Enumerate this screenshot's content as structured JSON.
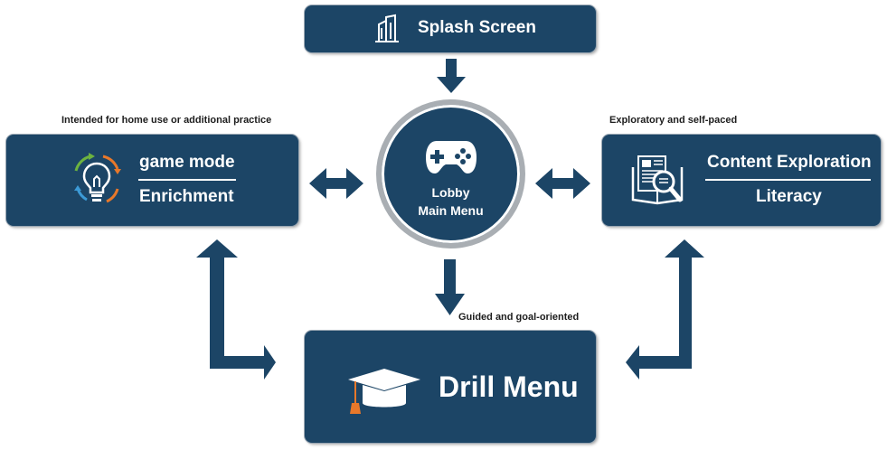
{
  "splash": {
    "label": "Splash Screen",
    "icon": "building-icon"
  },
  "lobby": {
    "line1": "Lobby",
    "line2": "Main Menu",
    "icon": "gamepad-icon"
  },
  "enrichment": {
    "caption": "Intended for home use or additional practice",
    "title": "game mode",
    "subtitle": "Enrichment",
    "icon": "lightbulb-cycle-icon"
  },
  "literacy": {
    "caption": "Exploratory and self-paced",
    "title": "Content Exploration",
    "subtitle": "Literacy",
    "icon": "book-magnifier-icon"
  },
  "drill": {
    "caption": "Guided and goal-oriented",
    "label": "Drill Menu",
    "icon": "graduation-cap-icon"
  },
  "colors": {
    "box": "#1c4566",
    "arrow": "#1c4566",
    "ring": "#a9aeb3",
    "accent_orange": "#e8782a",
    "accent_blue": "#3c9ad6",
    "accent_green": "#6db33f"
  }
}
